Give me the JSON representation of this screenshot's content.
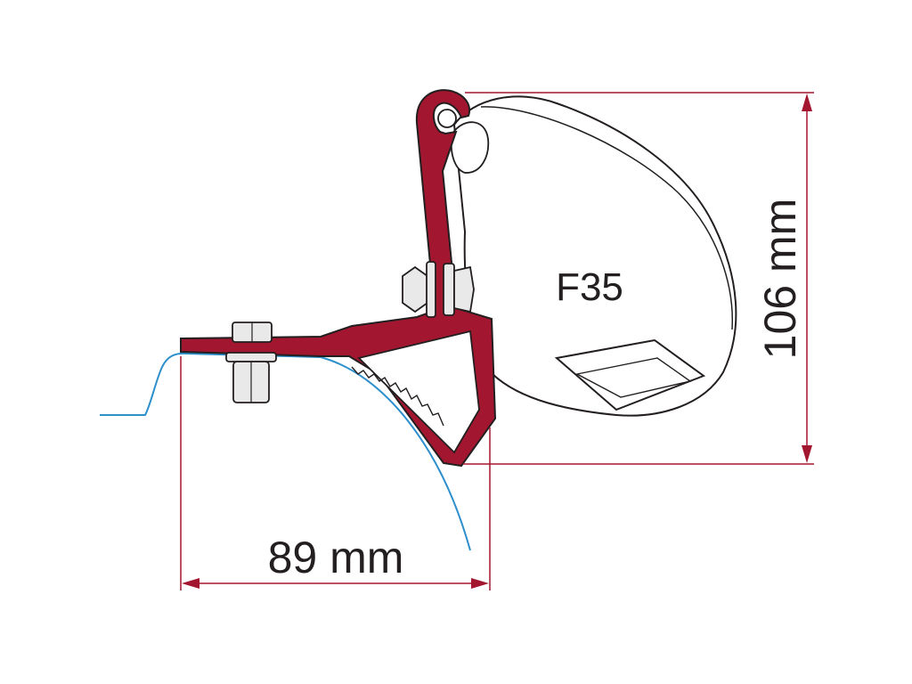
{
  "product_label": "F35",
  "height_dimension": "106 mm",
  "width_dimension": "89 mm",
  "colors": {
    "bracket": "#a3162f",
    "bracket_stroke": "#231f20",
    "vehicle_profile": "#2d8fcc",
    "dimension_lines": "#a3162f",
    "awning_fill": "#ffffff",
    "awning_stroke": "#231f20",
    "bolt_fill": "#e9e9e9"
  }
}
